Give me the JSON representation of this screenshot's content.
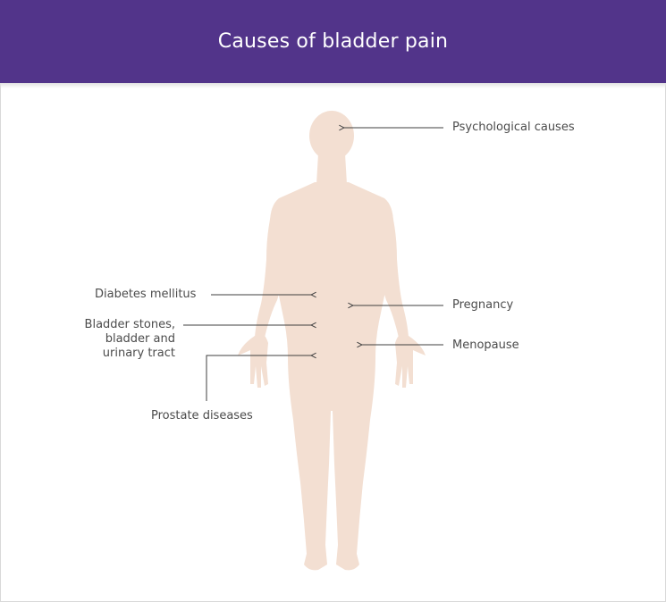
{
  "header": {
    "title": "Causes of bladder pain"
  },
  "labels": {
    "psychological": "Psychological causes",
    "diabetes": "Diabetes mellitus",
    "pregnancy": "Pregnancy",
    "bladder_line1": "Bladder stones,",
    "bladder_line2": "bladder and",
    "bladder_line3": "urinary tract",
    "menopause": "Menopause",
    "prostate": "Prostate diseases"
  },
  "colors": {
    "header_bg": "#52348a",
    "body_fill": "#f3dfd2",
    "arrow": "#3f3f3f",
    "text": "#4b4b4b"
  }
}
